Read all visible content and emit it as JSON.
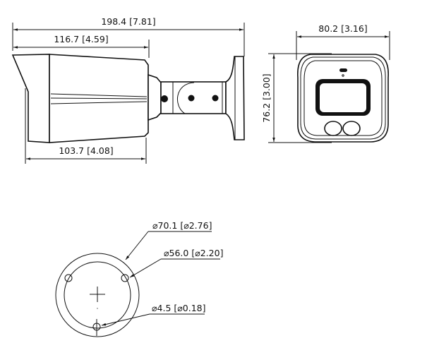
{
  "side_view": {
    "overall_length": "198.4 [7.81]",
    "housing_length": "116.7 [4.59]",
    "body_length": "103.7 [4.08]"
  },
  "front_view": {
    "width": "80.2 [3.16]",
    "height": "76.2 [3.00]"
  },
  "mount_plate": {
    "outer_diameter": "⌀70.1 [⌀2.76]",
    "hole_circle_diameter": "⌀56.0 [⌀2.20]",
    "hole_diameter": "⌀4.5 [⌀0.18]"
  }
}
